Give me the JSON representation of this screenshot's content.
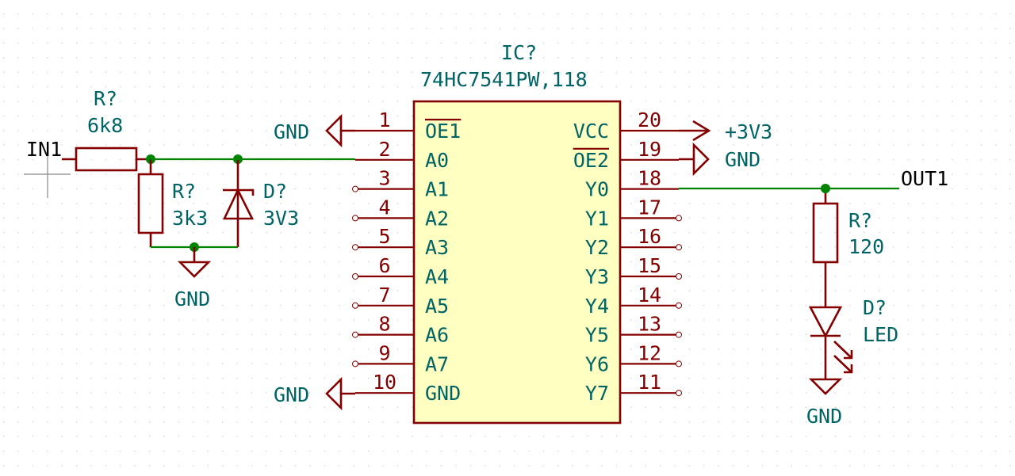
{
  "colors": {
    "wire": "#008400",
    "symbol": "#840000",
    "text": "#006464",
    "ic_fill": "#ffffc2",
    "label": "#000000",
    "grid": "#c8c8c8"
  },
  "labels": {
    "input": "IN1",
    "output": "OUT1"
  },
  "components": {
    "r1": {
      "ref": "R?",
      "value": "6k8"
    },
    "r2": {
      "ref": "R?",
      "value": "3k3"
    },
    "d1": {
      "ref": "D?",
      "value": "3V3"
    },
    "r3": {
      "ref": "R?",
      "value": "120"
    },
    "d2": {
      "ref": "D?",
      "value": "LED"
    },
    "ic": {
      "ref": "IC?",
      "value": "74HC7541PW,118"
    }
  },
  "power": {
    "gnd_zener": "GND",
    "gnd_pin1": "GND",
    "gnd_pin10": "GND",
    "vcc_pin20": "+3V3",
    "gnd_pin19": "GND",
    "gnd_led": "GND"
  },
  "ic_pins": {
    "left": [
      {
        "num": "1",
        "name": "OE1",
        "overbar": true
      },
      {
        "num": "2",
        "name": "A0"
      },
      {
        "num": "3",
        "name": "A1"
      },
      {
        "num": "4",
        "name": "A2"
      },
      {
        "num": "5",
        "name": "A3"
      },
      {
        "num": "6",
        "name": "A4"
      },
      {
        "num": "7",
        "name": "A5"
      },
      {
        "num": "8",
        "name": "A6"
      },
      {
        "num": "9",
        "name": "A7"
      },
      {
        "num": "10",
        "name": "GND"
      }
    ],
    "right": [
      {
        "num": "20",
        "name": "VCC"
      },
      {
        "num": "19",
        "name": "OE2",
        "overbar": true
      },
      {
        "num": "18",
        "name": "Y0"
      },
      {
        "num": "17",
        "name": "Y1"
      },
      {
        "num": "16",
        "name": "Y2"
      },
      {
        "num": "15",
        "name": "Y3"
      },
      {
        "num": "14",
        "name": "Y4"
      },
      {
        "num": "13",
        "name": "Y5"
      },
      {
        "num": "12",
        "name": "Y6"
      },
      {
        "num": "11",
        "name": "Y7"
      }
    ]
  }
}
